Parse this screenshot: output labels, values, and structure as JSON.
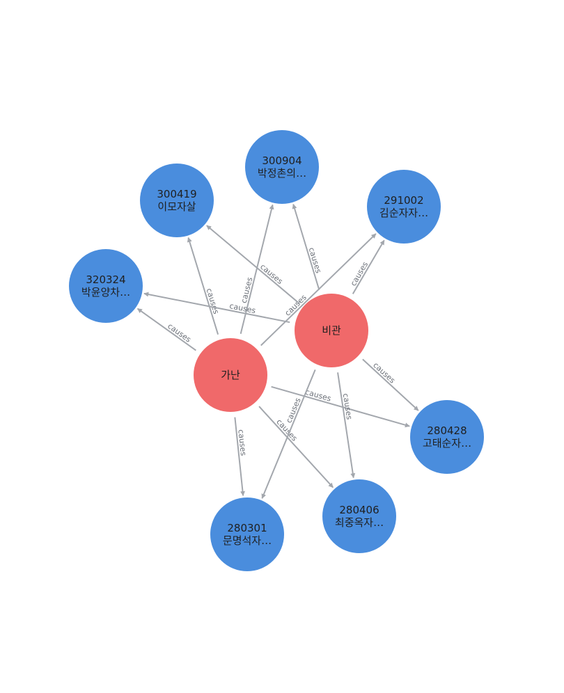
{
  "colors": {
    "cause_node": "#f0696a",
    "effect_node": "#4a8ddd",
    "edge": "#a3a7ad",
    "edge_label": "#6b7078"
  },
  "nodes": [
    {
      "id": "gana",
      "lines": [
        "가난"
      ],
      "kind": "cause"
    },
    {
      "id": "bigwan",
      "lines": [
        "비관"
      ],
      "kind": "cause"
    },
    {
      "id": "n320324",
      "lines": [
        "320324",
        "박윤양차…"
      ],
      "kind": "effect"
    },
    {
      "id": "n300419",
      "lines": [
        "300419",
        "이모자살"
      ],
      "kind": "effect"
    },
    {
      "id": "n300904",
      "lines": [
        "300904",
        "박정촌의…"
      ],
      "kind": "effect"
    },
    {
      "id": "n291002",
      "lines": [
        "291002",
        "김순자자…"
      ],
      "kind": "effect"
    },
    {
      "id": "n280428",
      "lines": [
        "280428",
        "고태순자…"
      ],
      "kind": "effect"
    },
    {
      "id": "n280406",
      "lines": [
        "280406",
        "최중옥자…"
      ],
      "kind": "effect"
    },
    {
      "id": "n280301",
      "lines": [
        "280301",
        "문명석자…"
      ],
      "kind": "effect"
    }
  ],
  "edges": [
    {
      "from": "gana",
      "to": "n320324",
      "label": "causes"
    },
    {
      "from": "gana",
      "to": "n300419",
      "label": "causes"
    },
    {
      "from": "gana",
      "to": "n300904",
      "label": "causes"
    },
    {
      "from": "gana",
      "to": "n291002",
      "label": "causes"
    },
    {
      "from": "gana",
      "to": "n280428",
      "label": "causes"
    },
    {
      "from": "gana",
      "to": "n280406",
      "label": "causes"
    },
    {
      "from": "gana",
      "to": "n280301",
      "label": "causes"
    },
    {
      "from": "bigwan",
      "to": "n320324",
      "label": "causes"
    },
    {
      "from": "bigwan",
      "to": "n300419",
      "label": "causes"
    },
    {
      "from": "bigwan",
      "to": "n300904",
      "label": "causes"
    },
    {
      "from": "bigwan",
      "to": "n291002",
      "label": "causes"
    },
    {
      "from": "bigwan",
      "to": "n280428",
      "label": "causes"
    },
    {
      "from": "bigwan",
      "to": "n280406",
      "label": "causes"
    },
    {
      "from": "bigwan",
      "to": "n280301",
      "label": "causes"
    }
  ]
}
